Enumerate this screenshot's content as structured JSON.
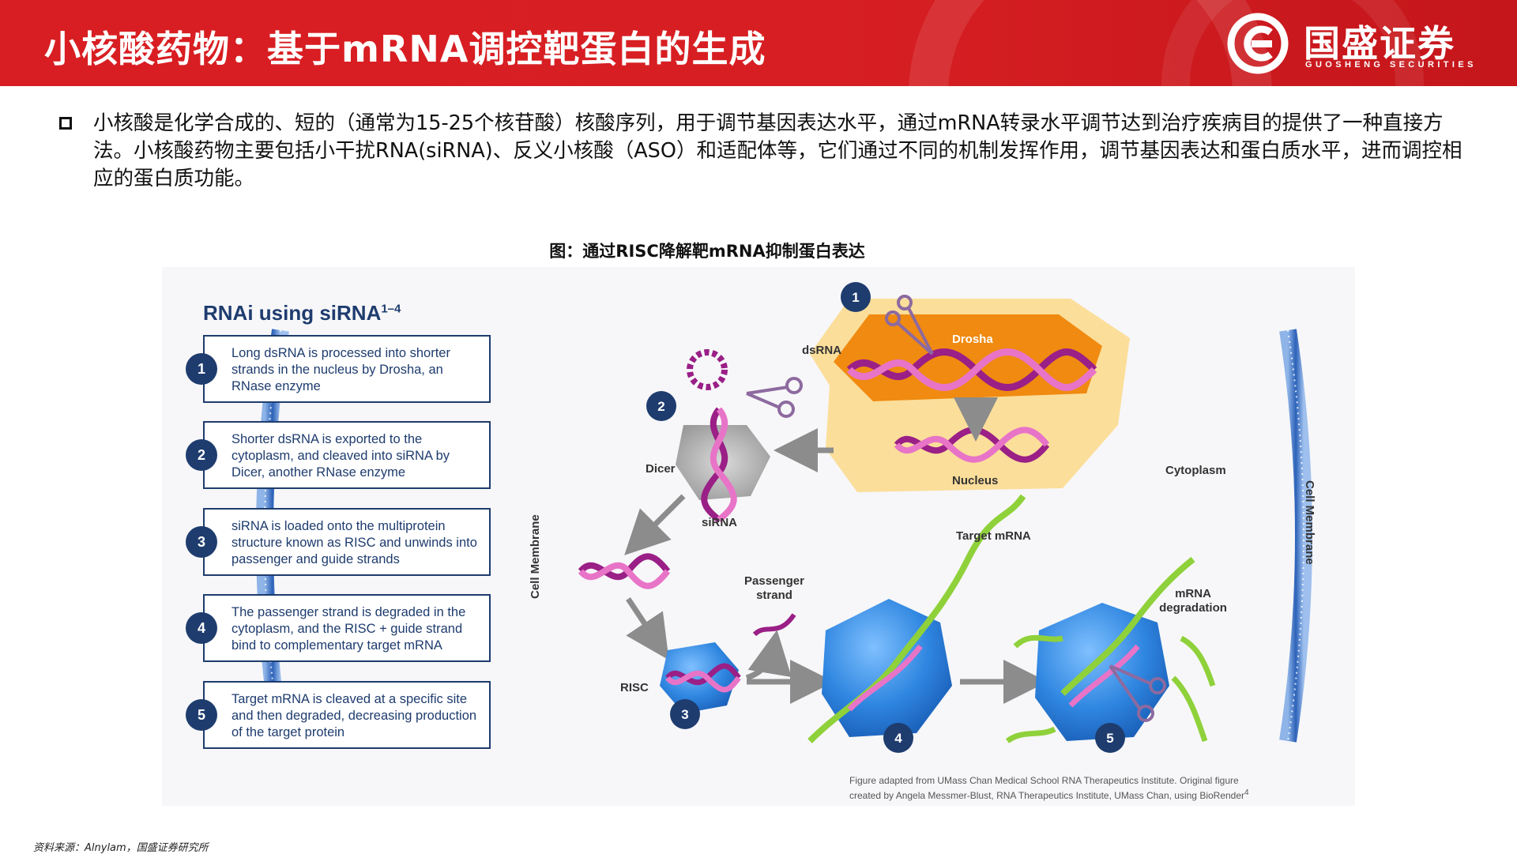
{
  "header": {
    "title": "小核酸药物：基于mRNA调控靶蛋白的生成",
    "logo_cn": "国盛证券",
    "logo_en": "GUOSHENG SECURITIES"
  },
  "intro": {
    "text": "小核酸是化学合成的、短的（通常为15-25个核苷酸）核酸序列，用于调节基因表达水平，通过mRNA转录水平调节达到治疗疾病目的提供了一种直接方法。小核酸药物主要包括小干扰RNA(siRNA)、反义小核酸（ASO）和适配体等，它们通过不同的机制发挥作用，调节基因表达和蛋白质水平，进而调控相应的蛋白质功能。"
  },
  "figure": {
    "caption": "图：通过RISC降解靶mRNA抑制蛋白表达",
    "panel_title": "RNAi using siRNA",
    "panel_title_sup": "1–4",
    "steps": [
      {
        "num": "1",
        "text": "Long dsRNA is processed into shorter strands in the nucleus by Drosha, an RNase enzyme"
      },
      {
        "num": "2",
        "text": "Shorter dsRNA is exported to the cytoplasm, and cleaved into siRNA by Dicer, another RNase enzyme"
      },
      {
        "num": "3",
        "text": "siRNA is loaded onto the multiprotein structure known as RISC and unwinds into passenger and guide strands"
      },
      {
        "num": "4",
        "text": "The passenger strand is degraded in the cytoplasm, and the RISC + guide strand bind to complementary target mRNA"
      },
      {
        "num": "5",
        "text": "Target mRNA is cleaved at a specific site and then degraded, decreasing production of the target protein"
      }
    ],
    "labels": {
      "cell_membrane": "Cell Membrane",
      "dsrna": "dsRNA",
      "drosha": "Drosha",
      "nucleus": "Nucleus",
      "dicer": "Dicer",
      "sirna": "siRNA",
      "cytoplasm": "Cytoplasm",
      "target_mrna": "Target mRNA",
      "passenger_line1": "Passenger",
      "passenger_line2": "strand",
      "mrna_deg_line1": "mRNA",
      "mrna_deg_line2": "degradation",
      "risc": "RISC",
      "n1": "1",
      "n2": "2",
      "n3": "3",
      "n4": "4",
      "n5": "5"
    },
    "credit_line1": "Figure adapted from UMass Chan Medical School RNA Therapeutics Institute. Original figure",
    "credit_line2": "created by Angela Messmer-Blust, RNA Therapeutics Institute, UMass Chan, using BioRender",
    "credit_sup": "4",
    "colors": {
      "navy": "#1e3c6e",
      "dsrna_purple": "#9a1f86",
      "dsrna_pink": "#e874c8",
      "mrna_green": "#8fd13a",
      "risc_blue": "#2f86e0",
      "membrane_blue": "#2c62b8",
      "nucleus_orange": "#f08a10"
    }
  },
  "source": "资料来源：Alnylam，国盛证券研究所"
}
